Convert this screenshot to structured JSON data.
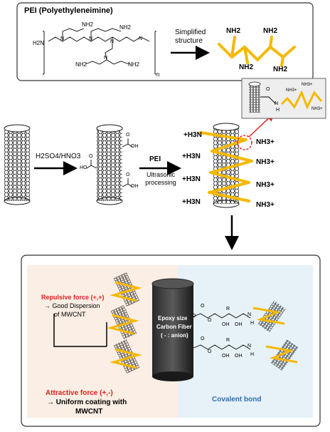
{
  "top_panel": {
    "title": "PEI (Polyethyleneimine)",
    "arrow_label": "Simplified structure",
    "structure_atoms": [
      "H2N",
      "NH2",
      "NH2",
      "NH2",
      "NH2",
      "N",
      "N",
      "N",
      "N",
      "N",
      "n"
    ],
    "simplified_groups": [
      "NH2",
      "NH2",
      "NH2",
      "NH2"
    ]
  },
  "middle_row": {
    "step1_reagent": "H2SO4/HNO3",
    "cooh_labels": [
      "OH",
      "HO",
      "OH",
      "O",
      "O",
      "O"
    ],
    "step2_reagent": "PEI",
    "step2_condition": "Ultrasonic processing",
    "left_ammonium": [
      "+H3N",
      "+H3N",
      "+H3N",
      "+H3N"
    ],
    "right_ammonium": [
      "NH3+",
      "NH3+",
      "NH3+",
      "NH3+"
    ],
    "inset_labels": [
      "O",
      "N",
      "H",
      "NH3+",
      "NH3+",
      "NH3+"
    ]
  },
  "bottom_panel": {
    "repulsive_title": "Repulsive force (+,+)",
    "repulsive_line1": "→ Good Dispersion",
    "repulsive_line2": "of MWCNT",
    "fiber_line1": "Epoxy size",
    "fiber_line2": "Carbon Fiber",
    "fiber_line3": "( - : anion)",
    "attractive_title": "Attractive force (+,-)",
    "attractive_line1": "→ Uniform coating with",
    "attractive_line2": "MWCNT",
    "covalent": "Covalent bond",
    "chem_labels": [
      "O",
      "O",
      "O",
      "R",
      "OH",
      "OH",
      "H",
      "N",
      "O",
      "O",
      "R",
      "OH",
      "OH",
      "H",
      "N"
    ]
  },
  "colors": {
    "pei_yellow": "#f5b800",
    "red": "#e02020",
    "blue_label": "#2e6fb5",
    "peach_bg": "#fbeee4",
    "blue_bg": "#e6f1f8"
  }
}
